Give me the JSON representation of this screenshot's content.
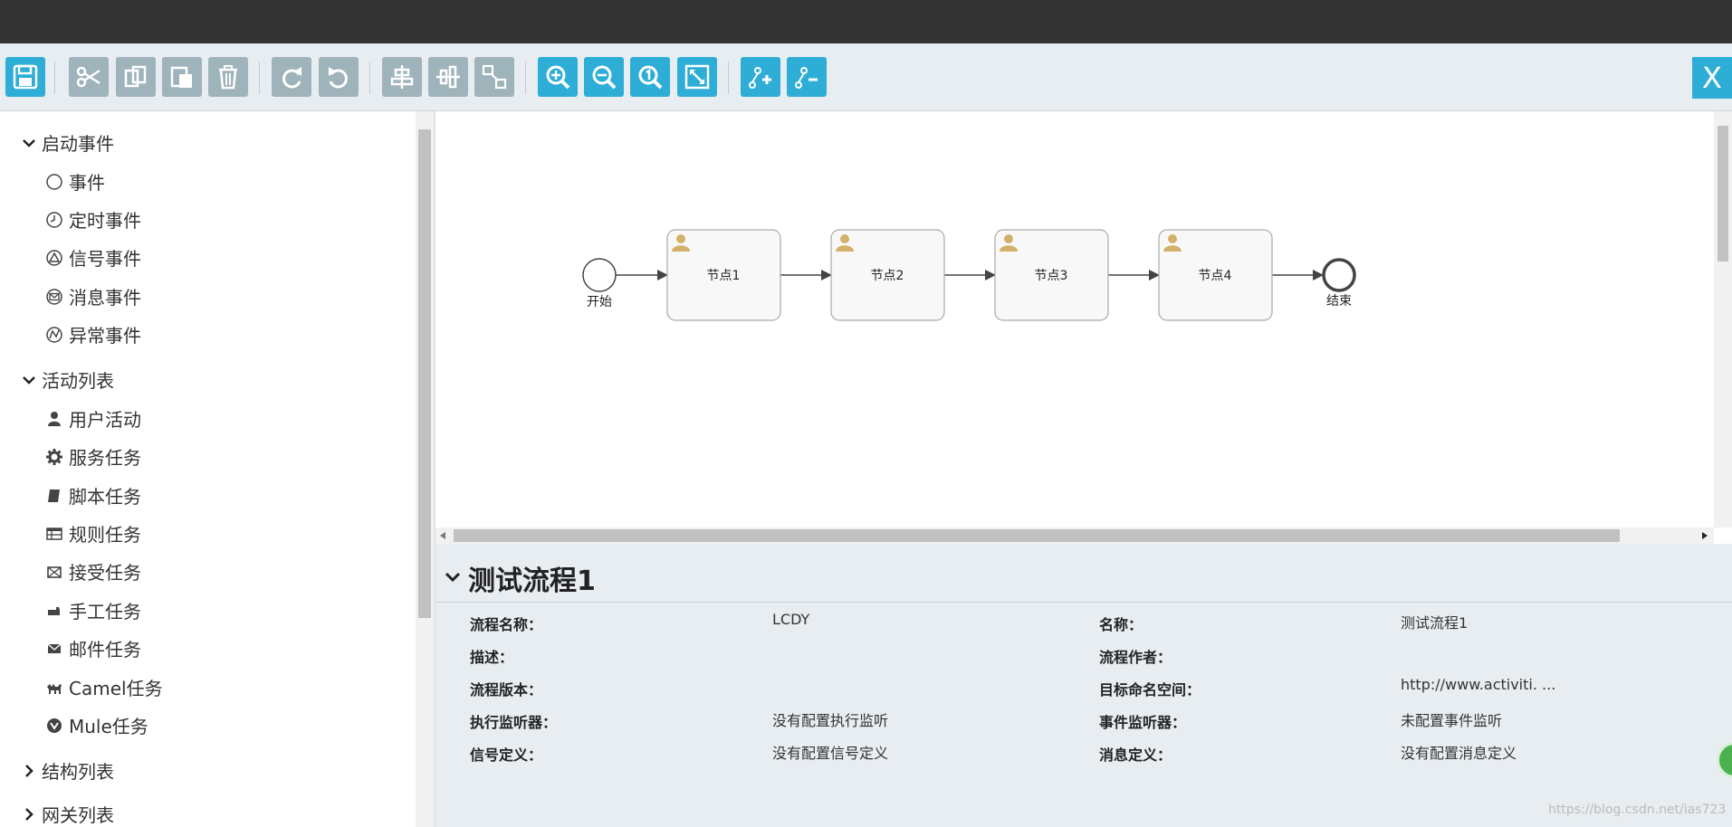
{
  "toolbar": {
    "buttons": [
      {
        "name": "save-icon"
      },
      {
        "name": "cut-icon"
      },
      {
        "name": "copy-icon"
      },
      {
        "name": "paste-icon"
      },
      {
        "name": "delete-icon"
      },
      {
        "name": "redo-icon"
      },
      {
        "name": "undo-icon"
      },
      {
        "name": "align-horizontal-icon"
      },
      {
        "name": "align-vertical-icon"
      },
      {
        "name": "same-size-icon"
      },
      {
        "name": "zoom-in-icon"
      },
      {
        "name": "zoom-out-icon"
      },
      {
        "name": "zoom-actual-icon"
      },
      {
        "name": "zoom-fit-icon"
      },
      {
        "name": "add-bendpoint-icon"
      },
      {
        "name": "remove-bendpoint-icon"
      }
    ],
    "close_label": "X"
  },
  "palette": {
    "groups": [
      {
        "label": "启动事件",
        "expanded": true,
        "items": [
          {
            "label": "事件",
            "icon": "circle-icon"
          },
          {
            "label": "定时事件",
            "icon": "timer-icon"
          },
          {
            "label": "信号事件",
            "icon": "signal-icon"
          },
          {
            "label": "消息事件",
            "icon": "message-icon"
          },
          {
            "label": "异常事件",
            "icon": "error-icon"
          }
        ]
      },
      {
        "label": "活动列表",
        "expanded": true,
        "items": [
          {
            "label": "用户活动",
            "icon": "user-icon"
          },
          {
            "label": "服务任务",
            "icon": "gear-icon"
          },
          {
            "label": "脚本任务",
            "icon": "script-icon"
          },
          {
            "label": "规则任务",
            "icon": "table-icon"
          },
          {
            "label": "接受任务",
            "icon": "envelope-open-icon"
          },
          {
            "label": "手工任务",
            "icon": "hand-icon"
          },
          {
            "label": "邮件任务",
            "icon": "envelope-icon"
          },
          {
            "label": "Camel任务",
            "icon": "camel-icon"
          },
          {
            "label": "Mule任务",
            "icon": "mule-icon"
          }
        ]
      },
      {
        "label": "结构列表",
        "expanded": false,
        "items": []
      },
      {
        "label": "网关列表",
        "expanded": false,
        "items": []
      }
    ]
  },
  "diagram": {
    "start_label": "开始",
    "end_label": "结束",
    "tasks": [
      "节点1",
      "节点2",
      "节点3",
      "节点4"
    ]
  },
  "properties": {
    "title": "测试流程1",
    "left": [
      {
        "label": "流程名称：",
        "value": "LCDY"
      },
      {
        "label": "描述：",
        "value": ""
      },
      {
        "label": "流程版本：",
        "value": ""
      },
      {
        "label": "执行监听器：",
        "value": "没有配置执行监听"
      },
      {
        "label": "信号定义：",
        "value": "没有配置信号定义"
      }
    ],
    "right": [
      {
        "label": "名称：",
        "value": "测试流程1"
      },
      {
        "label": "流程作者：",
        "value": ""
      },
      {
        "label": "目标命名空间：",
        "value": "http://www.activiti. ..."
      },
      {
        "label": "事件监听器：",
        "value": "未配置事件监听"
      },
      {
        "label": "消息定义：",
        "value": "没有配置消息定义"
      }
    ]
  },
  "watermark": "https://blog.csdn.net/ias723",
  "colors": {
    "accent": "#2eaed6",
    "disabled": "#9fb3ba",
    "toolbar_bg": "#e8edf1",
    "topbar": "#333333"
  }
}
